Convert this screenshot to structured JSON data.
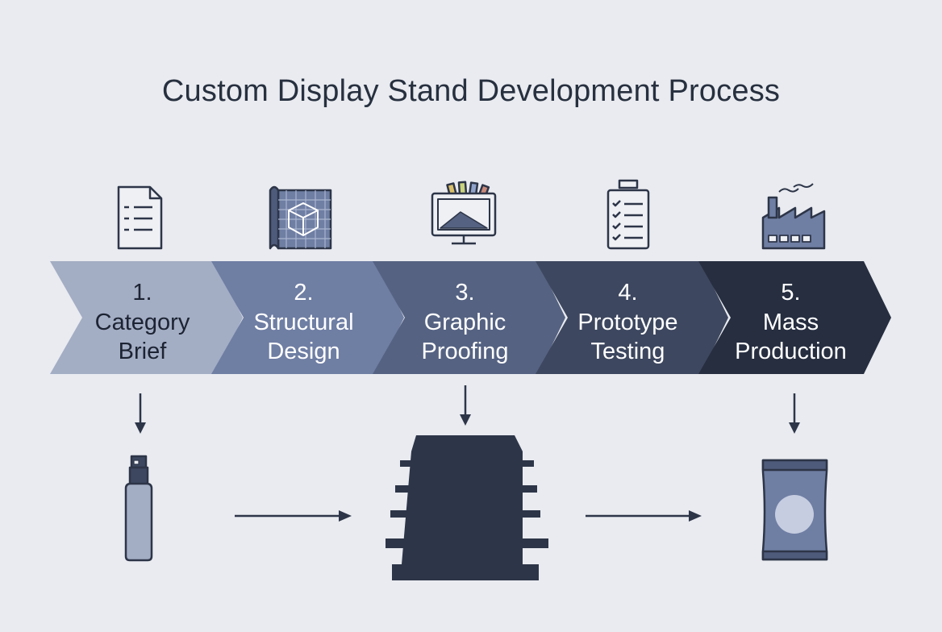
{
  "title": "Custom Display Stand Development Process",
  "steps": [
    {
      "number": "1.",
      "line1": "Category",
      "line2": "Brief",
      "icon": "document-list-icon",
      "fill": "#a3adc4",
      "text_color": "#1c2433"
    },
    {
      "number": "2.",
      "line1": "Structural",
      "line2": "Design",
      "icon": "blueprint-cube-icon",
      "fill": "#6f7ea3",
      "text_color": "#ffffff"
    },
    {
      "number": "3.",
      "line1": "Graphic",
      "line2": "Proofing",
      "icon": "monitor-color-swatch-icon",
      "fill": "#556282",
      "text_color": "#ffffff"
    },
    {
      "number": "4.",
      "line1": "Prototype",
      "line2": "Testing",
      "icon": "clipboard-checklist-icon",
      "fill": "#3d475f",
      "text_color": "#ffffff"
    },
    {
      "number": "5.",
      "line1": "Mass",
      "line2": "Production",
      "icon": "factory-icon",
      "fill": "#262e40",
      "text_color": "#ffffff"
    }
  ],
  "illustrations": [
    "spray-bottle-icon",
    "display-stand-icon",
    "product-pouch-icon"
  ],
  "colors": {
    "background": "#e9ebf0",
    "ink": "#27303f",
    "icon_stroke": "#2d3548",
    "icon_fill": "#7f8cb0"
  }
}
